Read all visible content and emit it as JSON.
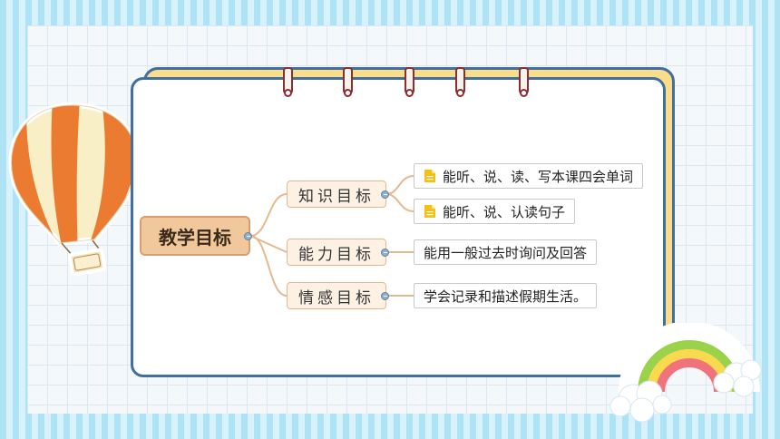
{
  "mindmap": {
    "root": "教学目标",
    "branches": [
      {
        "label": "知识目标",
        "leaves": [
          {
            "text": "能听、说、读、写本课四会单词",
            "icon": "document-icon"
          },
          {
            "text": "能听、说、认读句子",
            "icon": "document-icon"
          }
        ]
      },
      {
        "label": "能力目标",
        "leaves": [
          {
            "text": "能用一般过去时询问及回答"
          }
        ]
      },
      {
        "label": "情感目标",
        "leaves": [
          {
            "text": "学会记录和描述假期生活。"
          }
        ]
      }
    ]
  },
  "colors": {
    "border_blue": "#3f6ea3",
    "notebook_yellow": "#fbdc88",
    "root_fill": "#f1c89b",
    "connector": "#e6b98d",
    "icon_yellow": "#f5c016"
  },
  "decorations": [
    "hot-air-balloon",
    "rainbow-with-clouds",
    "notebook-rings"
  ]
}
